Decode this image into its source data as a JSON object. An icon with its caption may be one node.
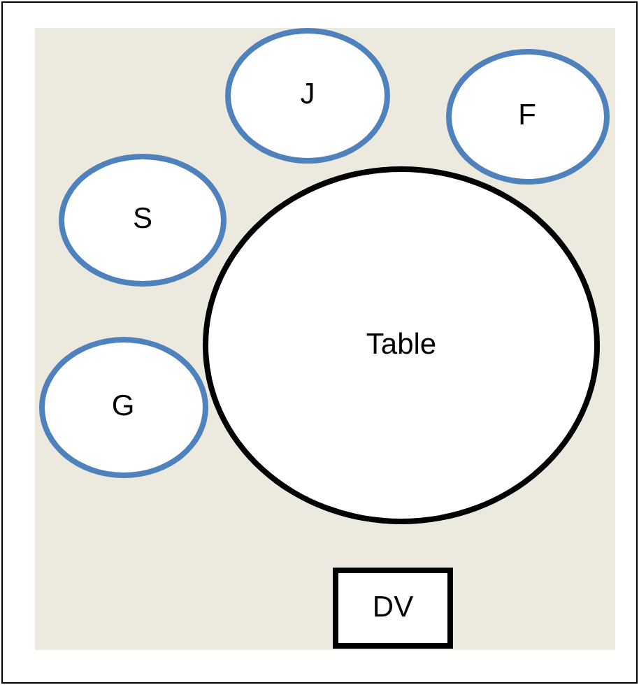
{
  "diagram": {
    "nodes": [
      {
        "text": [
          "J"
        ]
      },
      {
        "text": [
          "F"
        ]
      },
      {
        "text": [
          "S"
        ]
      },
      {
        "text": [
          "Table"
        ]
      },
      {
        "text": [
          "G"
        ]
      },
      {
        "text": [
          "DV"
        ]
      }
    ],
    "edges": []
  }
}
